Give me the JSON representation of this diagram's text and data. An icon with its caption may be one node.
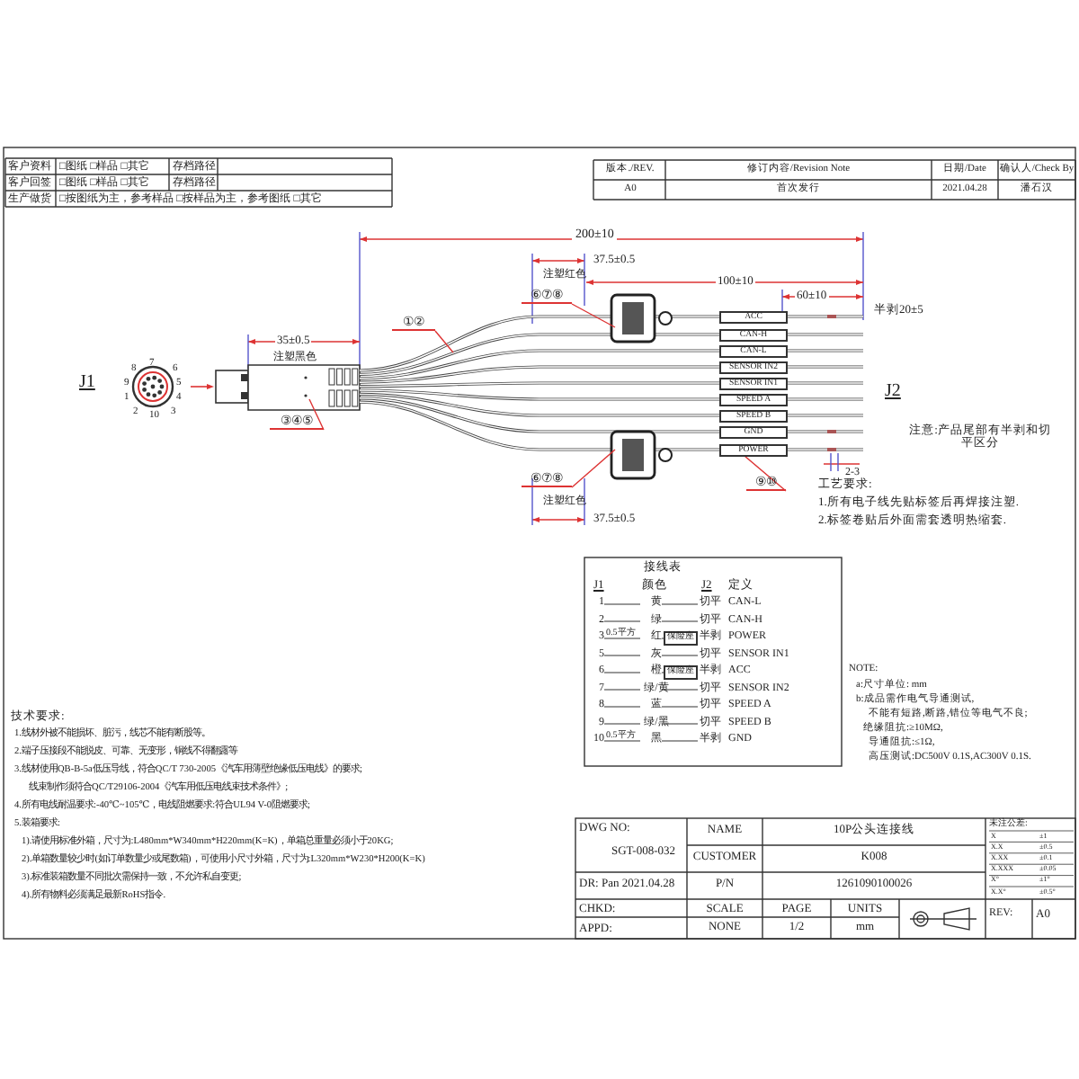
{
  "diagram": {
    "nodes": [
      {
        "text": [
          "⑥⑦⑧"
        ]
      },
      {
        "text": [
          "①②"
        ]
      },
      {
        "text": [
          "③④⑤"
        ]
      },
      {
        "text": [
          "⑥⑦⑧"
        ]
      },
      {
        "text": [
          "⑨⑩"
        ]
      },
      {
        "text": [
          "ACC"
        ]
      },
      {
        "text": [
          "CAN-H"
        ]
      },
      {
        "text": [
          "CAN-L"
        ]
      },
      {
        "text": [
          "SENSOR IN2"
        ]
      },
      {
        "text": [
          "SENSOR IN1"
        ]
      },
      {
        "text": [
          "SPEED A"
        ]
      },
      {
        "text": [
          "SPEED B"
        ]
      },
      {
        "text": [
          "GND"
        ]
      },
      {
        "text": [
          "POWER"
        ]
      }
    ],
    "edges": [
      {
        "from": 0,
        "to": null,
        "arrow": "none"
      },
      {
        "from": 1,
        "to": null,
        "arrow": "none"
      },
      {
        "from": 2,
        "to": null,
        "arrow": "none"
      },
      {
        "from": 3,
        "to": null,
        "arrow": "none"
      },
      {
        "from": 4,
        "to": 13,
        "arrow": "none"
      }
    ],
    "labels": [
      "客户资料",
      "□图纸 □样品 □其它",
      "存档路径",
      "客户回签",
      "□图纸 □样品 □其它",
      "存档路径",
      "生产做货",
      "□按图纸为主，参考样品 □按样品为主，参考图纸 □其它",
      "版本./REV.",
      "修订内容/Revision Note",
      "日期/Date",
      "确认人/Check By",
      "A0",
      "首次发行",
      "2021.04.28",
      "潘石汉",
      "200±10",
      "37.5±0.5",
      "注塑红色",
      "100±10",
      "60±10",
      "半剥20±5",
      "35±0.5",
      "注塑黑色",
      "J1",
      "7",
      "8",
      "6",
      "9",
      "5",
      "1",
      "4",
      "2",
      "10",
      "3",
      "J2",
      "注意:产品尾部有半剥和切平区分",
      "2-3",
      "注塑红色",
      "37.5±0.5",
      "工艺要求:",
      "1.所有电子线先贴标签后再焊接注塑.",
      "2.标签卷贴后外面需套透明热缩套.",
      "接线表",
      "J1",
      "颜色",
      "J2",
      "定义",
      "1",
      "黄",
      "切平",
      "CAN-L",
      "2",
      "绿",
      "切平",
      "CAN-H",
      "3",
      "0.5平方",
      "红",
      "保险座",
      "半剥",
      "POWER",
      "5",
      "灰",
      "切平",
      "SENSOR IN1",
      "6",
      "橙",
      "保险座",
      "半剥",
      "ACC",
      "7",
      "绿/黄",
      "切平",
      "SENSOR IN2",
      "8",
      "蓝",
      "切平",
      "SPEED A",
      "9",
      "绿/黑",
      "切平",
      "SPEED B",
      "10",
      "0.5平方",
      "黑",
      "半剥",
      "GND",
      "NOTE:",
      "a:尺寸单位: mm",
      "b:成品需作电气导通测试,",
      "不能有短路,断路,错位等电气不良;",
      "绝缘阻抗:≥10MΩ,",
      "导通阻抗:≤1Ω,",
      "高压测试:DC500V 0.1S,AC300V 0.1S.",
      "技术要求:",
      "1.线材外被不能损坏、脏污，线芯不能有断股等。",
      "2.端子压接段不能脱皮、可靠、无变形，铜线不得翻露等",
      "3.线材使用QB-B-5a低压导线，符合QC/T 730-2005《汽车用薄壁绝缘低压电线》的要求;",
      "线束制作须符合QC/T29106-2004《汽车用低压电线束技术条件》;",
      "4.所有电线耐温要求:-40℃~105℃，电线阻燃要求:符合UL94 V-0阻燃要求;",
      "5.装箱要求:",
      "1).请使用标准外箱，尺寸为:L480mm*W340mm*H220mm(K=K)，单箱总重量必须小于20KG;",
      "2).单箱数量较少时(如订单数量少或尾数箱)，可使用小尺寸外箱，尺寸为:L320mm*W230*H200(K=K)",
      "3).标准装箱数量不同批次需保持一致，不允许私自变更;",
      "4).所有物料必须满足最新RoHS指令.",
      "DWG NO:",
      "SGT-008-032",
      "DR: Pan 2021.04.28",
      "CHKD:",
      "APPD:",
      "NAME",
      "10P公头连接线",
      "CUSTOMER",
      "K008",
      "P/N",
      "1261090100026",
      "SCALE",
      "NONE",
      "PAGE",
      "1/2",
      "UNITS",
      "mm",
      "未注公差:",
      "X",
      "±1",
      "X.X",
      "±0.5",
      "X.XX",
      "±0.1",
      "X.XXX",
      "±0.05",
      "X°",
      "±1°",
      "X.X°",
      "±0.5°",
      "REV:",
      "A0"
    ]
  }
}
